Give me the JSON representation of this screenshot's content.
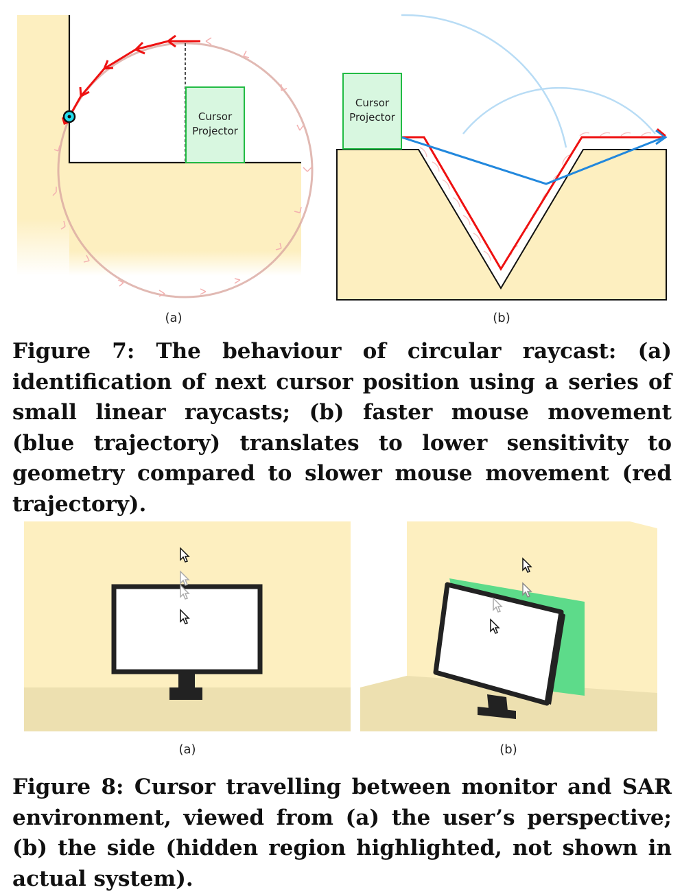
{
  "figure7": {
    "panel_a_label": "(a)",
    "panel_b_label": "(b)",
    "projector_label_line1": "Cursor",
    "projector_label_line2": "Projector",
    "caption": "Figure 7: The behaviour of circular raycast: (a) identification of next cursor position using a series of small linear raycasts; (b) faster mouse movement (blue trajectory) translates to lower sensitivity to geometry compared to slower mouse movement (red trajectory).",
    "colors": {
      "wall": "#fdefc0",
      "projector_fill": "#d8f7e0",
      "projector_border": "#22bb44",
      "slow_trajectory": "#ee1111",
      "fast_trajectory": "#2288dd",
      "circle": "#d9a8a0"
    }
  },
  "figure8": {
    "panel_a_label": "(a)",
    "panel_b_label": "(b)",
    "caption": "Figure 8: Cursor travelling between monitor and SAR environment, viewed from (a) the user’s perspective; (b) the side (hidden region highlighted, not shown in actual system).",
    "colors": {
      "wall": "#fdefc0",
      "floor": "#ede0b0",
      "monitor_frame": "#222222",
      "hidden_region": "#5ddb8a"
    }
  }
}
